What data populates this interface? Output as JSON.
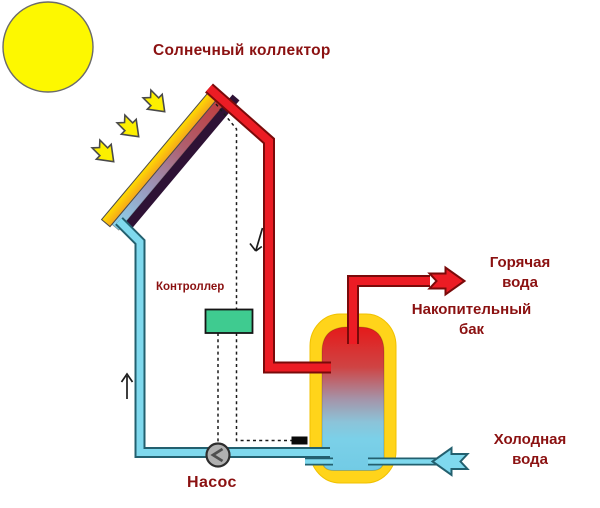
{
  "diagram": {
    "title": "Солнечный коллектор",
    "components": {
      "controller_label": "Контроллер",
      "pump_label": "Насос",
      "hot_water_label": "Горячая\nвода",
      "storage_tank_label": "Накопительный\nбак",
      "cold_water_label": "Холодная\nвода"
    },
    "icons": {
      "sun": "sun-icon",
      "solar_rays": "sun-rays-arrows",
      "pump_symbol": "pump-chevron-icon"
    },
    "colors": {
      "label-text": "#8B1111",
      "hot": "#EC1C24",
      "hot-outline": "#7A0A0A",
      "cold": "#7FD9EE",
      "cold-outline": "#23606F",
      "sun": "#FDF800",
      "arrow-yellow": "#FCEF00",
      "tank-shell": "#FFD41A",
      "controller": "#3FCB90",
      "pump": "#B0B0B0",
      "collector-dark": "#2E1235",
      "sensor": "#0A0A0A",
      "line": "#1A1A1A"
    }
  }
}
